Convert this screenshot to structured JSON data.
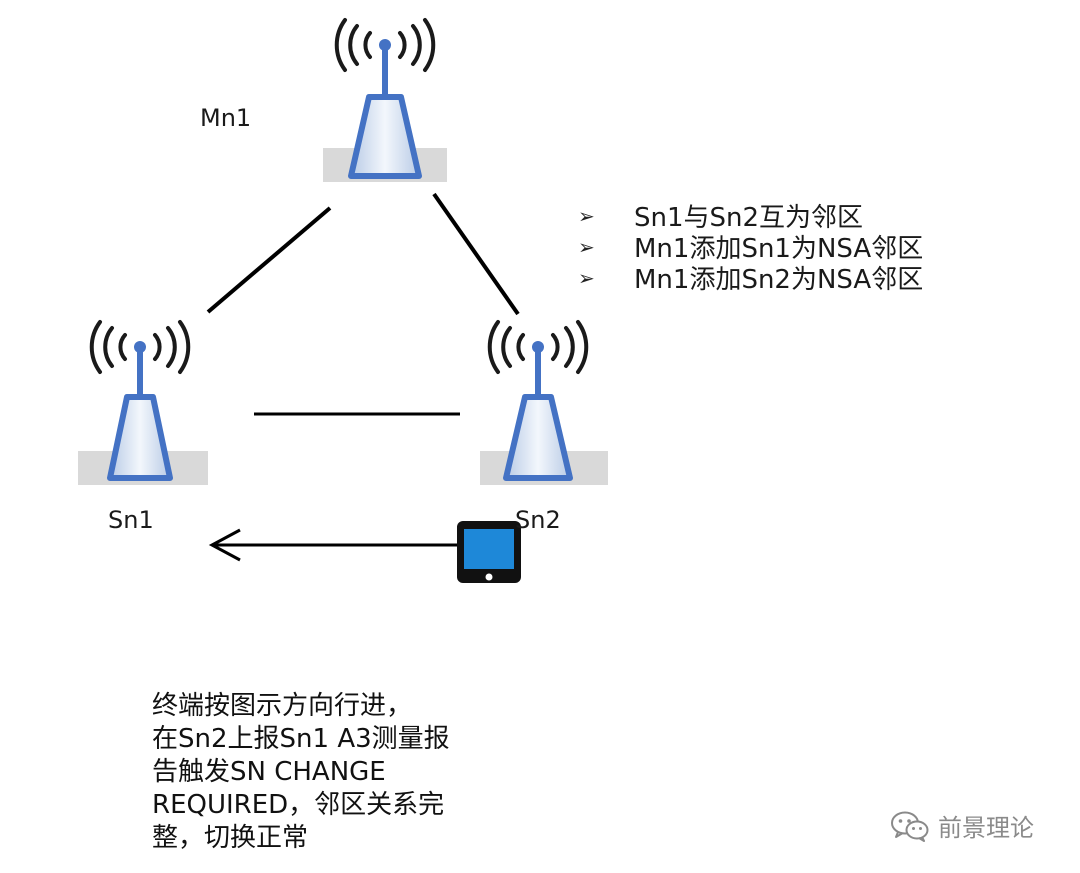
{
  "nodes": {
    "mn1": "Mn1",
    "sn1": "Sn1",
    "sn2": "Sn2"
  },
  "notes": [
    "Sn1与Sn2互为邻区",
    "Mn1添加Sn1为NSA邻区",
    "Mn1添加Sn2为NSA邻区"
  ],
  "bullet_marker": "➢",
  "description": [
    "终端按图示方向行进，",
    "在Sn2上报Sn1 A3测量报",
    "告触发SN CHANGE",
    "REQUIRED，邻区关系完",
    "整，切换正常"
  ],
  "watermark": {
    "icon": "wechat-icon",
    "text": "前景理论"
  },
  "colors": {
    "antenna_blue": "#4472c4",
    "tower_fill": "#dce6f4",
    "base_gray": "#d9d9d9",
    "phone_screen": "#1e88d8",
    "phone_body": "#111111",
    "line": "#000000",
    "watermark": "#8a8a8a"
  }
}
